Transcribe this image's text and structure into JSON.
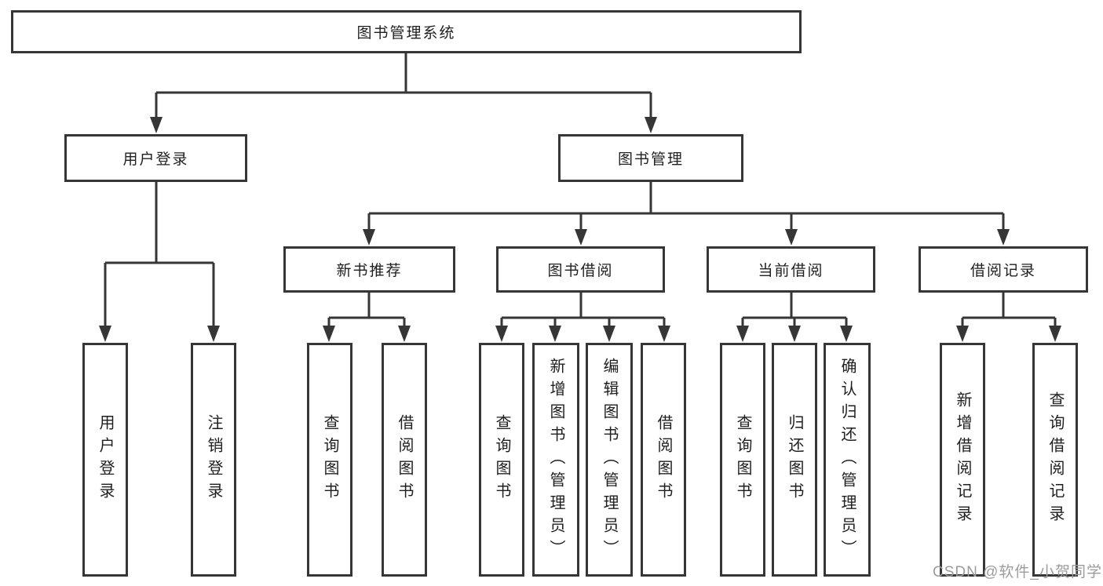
{
  "tree": {
    "root": "图书管理系统",
    "children": [
      {
        "label": "用户登录",
        "children": [
          {
            "label": "用户登录"
          },
          {
            "label": "注销登录"
          }
        ]
      },
      {
        "label": "图书管理",
        "children": [
          {
            "label": "新书推荐",
            "children": [
              {
                "label": "查询图书"
              },
              {
                "label": "借阅图书"
              }
            ]
          },
          {
            "label": "图书借阅",
            "children": [
              {
                "label": "查询图书"
              },
              {
                "label": "新增图书（管理员）"
              },
              {
                "label": "编辑图书（管理员）"
              },
              {
                "label": "借阅图书"
              }
            ]
          },
          {
            "label": "当前借阅",
            "children": [
              {
                "label": "查询图书"
              },
              {
                "label": "归还图书"
              },
              {
                "label": "确认归还（管理员）"
              }
            ]
          },
          {
            "label": "借阅记录",
            "children": [
              {
                "label": "新增借阅记录"
              },
              {
                "label": "查询借阅记录"
              }
            ]
          }
        ]
      }
    ]
  },
  "watermark": "CSDN @软件_小贺同学",
  "colors": {
    "line": "#363636",
    "border": "#363636",
    "text": "#1f1f1f",
    "background": "#ffffff",
    "watermark": "#9c9c9c"
  }
}
